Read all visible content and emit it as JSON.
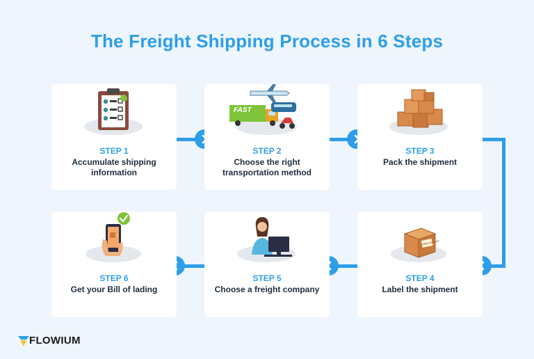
{
  "title": "The Freight Shipping Process in 6 Steps",
  "steps": [
    {
      "label": "STEP 1",
      "text": "Accumulate shipping information",
      "icon": "clipboard-checklist-icon"
    },
    {
      "label": "STEP 2",
      "text": "Choose the right transportation method",
      "icon": "transport-vehicles-icon"
    },
    {
      "label": "STEP 3",
      "text": "Pack the shipment",
      "icon": "box-stack-icon"
    },
    {
      "label": "STEP 4",
      "text": "Label the shipment",
      "icon": "labeled-box-icon"
    },
    {
      "label": "STEP 5",
      "text": "Choose a freight company",
      "icon": "woman-at-computer-icon"
    },
    {
      "label": "STEP 6",
      "text": "Get your Bill of lading",
      "icon": "phone-in-hand-icon"
    }
  ],
  "illustration_text": {
    "truck_fast": "FAST",
    "box_label": "FREE SHIPPING"
  },
  "brand": {
    "name": "FLOWIUM"
  },
  "colors": {
    "accent": "#2d9ee8",
    "background": "#eef5fc",
    "card": "#ffffff",
    "text": "#1f2d3d"
  }
}
